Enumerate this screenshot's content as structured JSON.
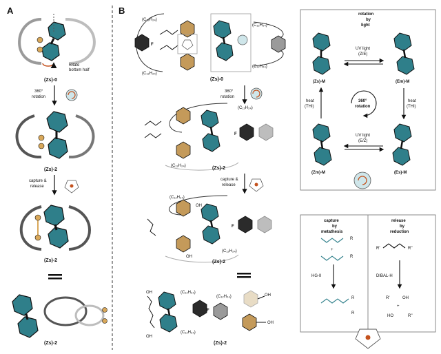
{
  "panels": {
    "a": {
      "letter": "A",
      "rotate_note": [
        "rotate",
        "bottom half"
      ],
      "compound_0": "(Zs)-0",
      "step1": [
        "360°",
        "rotation"
      ],
      "compound_2": "(Zs)-2",
      "step2": [
        "capture &",
        "release"
      ],
      "compound_2z": "(Zs)-2",
      "compound_2z_bottom": "(Zs)-2"
    },
    "b": {
      "letter": "B",
      "chain_label": "(C₁₂H₂₄)",
      "fluoro": "F",
      "compound_0": "(Zs)-0",
      "step1": [
        "360°",
        "rotation"
      ],
      "compound_2": "(Zs)-2",
      "step2": [
        "capture &",
        "release"
      ],
      "oh": "OH",
      "compound_2z": "(Zs)-2",
      "compound_2z_bottom": "(Zs)-2"
    },
    "c": {
      "title": [
        "rotation",
        "by",
        "light"
      ],
      "zs": "(Zs)-M",
      "em": "(Em)-M",
      "zm": "(Zm)-M",
      "es": "(Es)-M",
      "uv_top": [
        "UV light",
        "(Z/E)"
      ],
      "uv_bottom": [
        "UV light",
        "(E/Z)"
      ],
      "heat_left": [
        "heat",
        "(THI)"
      ],
      "heat_right": [
        "heat",
        "(THI)"
      ],
      "center": [
        "360°",
        "rotation"
      ]
    },
    "d": {
      "title": [
        "capture",
        "by",
        "metathesis"
      ],
      "reagent": "HG-II",
      "plus": "+",
      "r": "R"
    },
    "e": {
      "title": [
        "release",
        "by",
        "reduction"
      ],
      "reagent": "DIBAL-H",
      "plus": "+",
      "r1": "R'",
      "r2": "R''",
      "oh": "OH",
      "ho": "HO"
    }
  },
  "colors": {
    "motor_teal": "#2f7f8a",
    "ring_grey": "#9a9a9a",
    "ring_dark": "#2b2b2b",
    "ester_tan": "#c49a5a",
    "gold": "#d9a85a",
    "arrow": "#111111",
    "box": "#888888"
  }
}
